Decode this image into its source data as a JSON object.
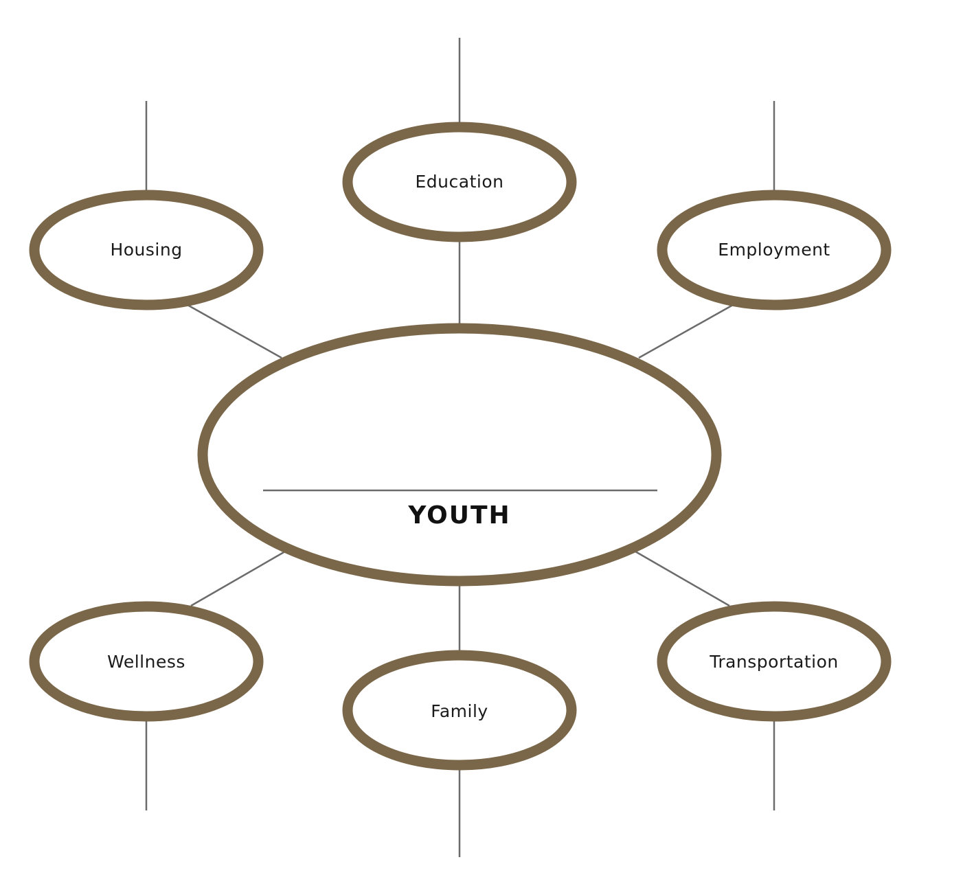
{
  "center": {
    "label": "YOUTH"
  },
  "nodes": {
    "education": "Education",
    "housing": "Housing",
    "employment": "Employment",
    "wellness": "Wellness",
    "family": "Family",
    "transportation": "Transportation"
  },
  "colors": {
    "ellipse_stroke": "#7a6749",
    "connector": "#6b6b6b",
    "text": "#1a1a1a"
  }
}
